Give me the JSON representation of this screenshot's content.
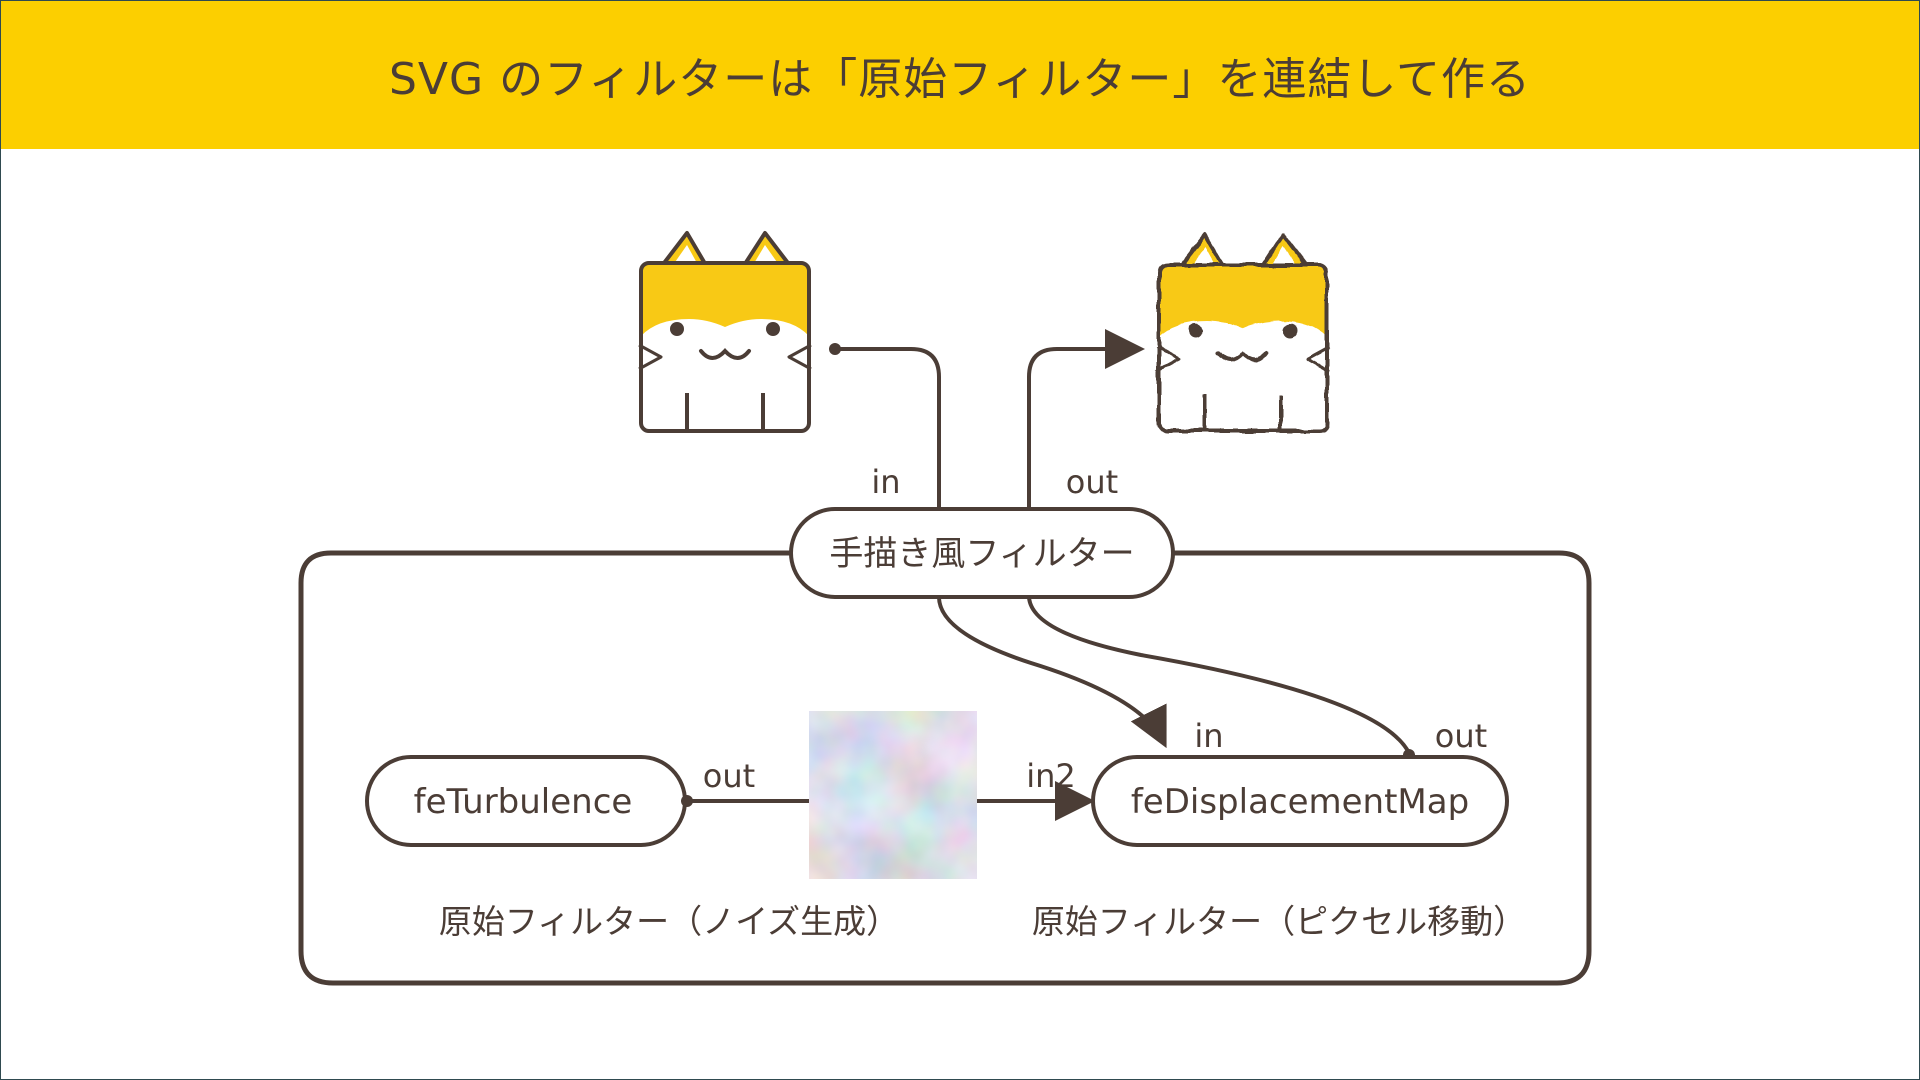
{
  "header": {
    "title": "SVG のフィルターは「原始フィルター」を連結して作る"
  },
  "colors": {
    "accent": "#fccf00",
    "ink": "#4b3d36",
    "cat_yellow": "#f8c915"
  },
  "diagram": {
    "main_filter": "手描き風フィルター",
    "top_in_label": "in",
    "top_out_label": "out",
    "turbulence_node": "feTurbulence",
    "turbulence_out_label": "out",
    "displacement_node": "feDisplacementMap",
    "displacement_in_label": "in",
    "displacement_in2_label": "in2",
    "displacement_out_label": "out",
    "caption_left": "原始フィルター（ノイズ生成）",
    "caption_right": "原始フィルター（ピクセル移動）"
  },
  "icons": {
    "input_image": "cat-icon",
    "output_image": "sketchy-cat-icon",
    "noise_image": "noise-texture"
  }
}
